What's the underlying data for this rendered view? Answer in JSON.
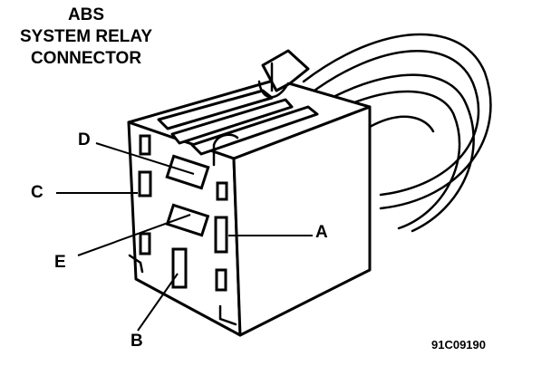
{
  "title": [
    "ABS",
    "SYSTEM RELAY",
    "CONNECTOR"
  ],
  "callouts": {
    "A": "A",
    "B": "B",
    "C": "C",
    "D": "D",
    "E": "E"
  },
  "figure_code": "91C09190"
}
